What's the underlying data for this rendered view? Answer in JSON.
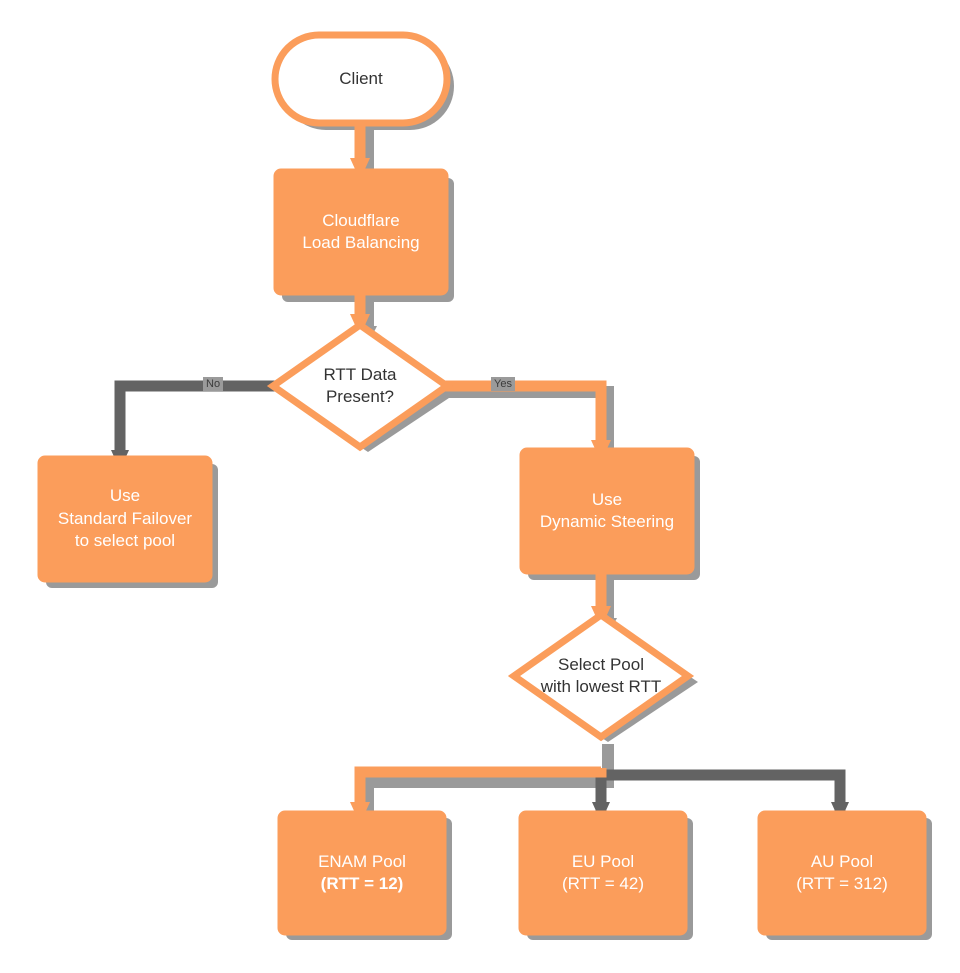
{
  "diagram": {
    "title": "Cloudflare Load Balancing RTT decision flow",
    "background": "#ffffff",
    "colors": {
      "node_fill": "#fb9d5b",
      "node_stroke": "#fb9d5b",
      "decision_fill": "#ffffff",
      "terminal_fill": "#ffffff",
      "edge_active": "#fb9d5b",
      "edge_inactive": "#636363",
      "shadow": "#9a9a9a",
      "text_dark": "#333333",
      "text_light": "#ffffff"
    },
    "nodes": [
      {
        "id": "client",
        "label": "Client",
        "shape": "terminal"
      },
      {
        "id": "clb",
        "label": "Cloudflare\nLoad Balancing",
        "shape": "process"
      },
      {
        "id": "rtt",
        "label": "RTT Data\nPresent?",
        "shape": "decision"
      },
      {
        "id": "failover",
        "label": "Use\nStandard Failover\nto select pool",
        "shape": "process"
      },
      {
        "id": "dynamic",
        "label": "Use\nDynamic Steering",
        "shape": "process"
      },
      {
        "id": "select",
        "label": "Select Pool\nwith lowest RTT",
        "shape": "decision"
      },
      {
        "id": "enam",
        "label": "ENAM Pool",
        "sublabel": "(RTT = 12)",
        "shape": "process",
        "bold": true
      },
      {
        "id": "eu",
        "label": "EU Pool",
        "sublabel": "(RTT = 42)",
        "shape": "process",
        "bold": false
      },
      {
        "id": "au",
        "label": "AU Pool",
        "sublabel": "(RTT = 312)",
        "shape": "process",
        "bold": false
      }
    ],
    "edges": [
      {
        "id": "e-client-clb",
        "from": "client",
        "to": "clb",
        "label": "",
        "state": "active"
      },
      {
        "id": "e-clb-rtt",
        "from": "clb",
        "to": "rtt",
        "label": "",
        "state": "active"
      },
      {
        "id": "e-rtt-failover",
        "from": "rtt",
        "to": "failover",
        "label": "No",
        "state": "inactive"
      },
      {
        "id": "e-rtt-dynamic",
        "from": "rtt",
        "to": "dynamic",
        "label": "Yes",
        "state": "active"
      },
      {
        "id": "e-dynamic-select",
        "from": "dynamic",
        "to": "select",
        "label": "",
        "state": "active"
      },
      {
        "id": "e-select-enam",
        "from": "select",
        "to": "enam",
        "label": "",
        "state": "active"
      },
      {
        "id": "e-select-eu",
        "from": "select",
        "to": "eu",
        "label": "",
        "state": "inactive"
      },
      {
        "id": "e-select-au",
        "from": "select",
        "to": "au",
        "label": "",
        "state": "inactive"
      }
    ]
  }
}
